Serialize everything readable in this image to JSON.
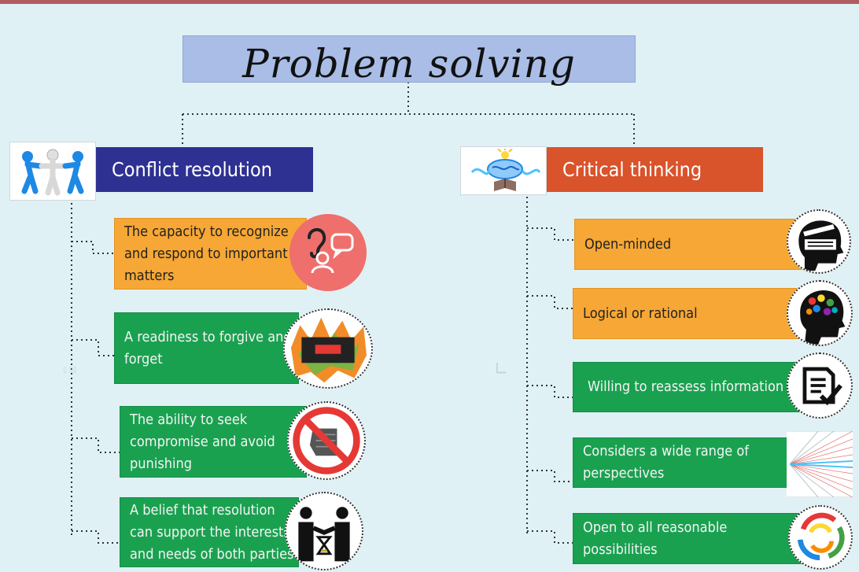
{
  "title": "Problem solving",
  "colors": {
    "background": "#dff1f5",
    "title_box": "#a9bde6",
    "conflict_header": "#2e3192",
    "critical_header": "#d9532b",
    "orange": "#f6a735",
    "green": "#1aa150"
  },
  "left": {
    "heading": "Conflict resolution",
    "icon": "people-tug-of-war-icon",
    "items": [
      {
        "text": "The capacity to recognize and respond to important matters",
        "color": "orange",
        "icon": "ear-speech-bubble-icon"
      },
      {
        "text": "A readiness to forgive and forget",
        "color": "green",
        "icon": "forgive-and-forget-badge-icon"
      },
      {
        "text": "The ability to seek compromise and avoid punishing",
        "color": "green",
        "icon": "no-fist-icon"
      },
      {
        "text": "A belief that resolution can support the interests and needs of both parties",
        "color": "green",
        "icon": "handshake-hourglass-icon"
      }
    ]
  },
  "right": {
    "heading": "Critical thinking",
    "icon": "brain-lightbulb-book-icon",
    "items": [
      {
        "text": "Open-minded",
        "color": "orange",
        "icon": "open-mind-head-icon"
      },
      {
        "text": "Logical or rational",
        "color": "orange",
        "icon": "colorful-brain-head-icon"
      },
      {
        "text": "Willing to reassess information",
        "color": "green",
        "icon": "checklist-document-icon"
      },
      {
        "text": "Considers a wide range of perspectives",
        "color": "green",
        "icon": "perspective-rays-icon"
      },
      {
        "text": "Open to all reasonable possibilities",
        "color": "green",
        "icon": "circular-arrows-icon"
      }
    ]
  }
}
